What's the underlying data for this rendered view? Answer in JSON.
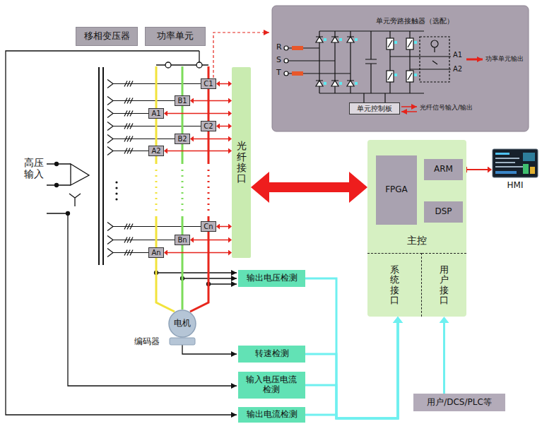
{
  "diagram": {
    "nodes": [
      {
        "text": [
          "移相变压器"
        ]
      },
      {
        "text": [
          "功率单元"
        ]
      },
      {
        "text": [
          "单元控制板"
        ]
      },
      {
        "text": [
          "C1"
        ]
      },
      {
        "text": [
          "B1"
        ]
      },
      {
        "text": [
          "A1"
        ]
      },
      {
        "text": [
          "C2"
        ]
      },
      {
        "text": [
          "B2"
        ]
      },
      {
        "text": [
          "A2"
        ]
      },
      {
        "text": [
          "Cn"
        ]
      },
      {
        "text": [
          "Bn"
        ]
      },
      {
        "text": [
          "An"
        ]
      },
      {
        "text": [
          "光纤接口"
        ]
      },
      {
        "text": [
          "主控"
        ]
      },
      {
        "text": [
          "FPGA"
        ],
        "in": 13
      },
      {
        "text": [
          "ARM"
        ],
        "in": 13
      },
      {
        "text": [
          "DSP"
        ],
        "in": 13
      },
      {
        "text": [
          "系统接口"
        ],
        "in": 13
      },
      {
        "text": [
          "用户接口"
        ],
        "in": 13
      },
      {
        "text": [
          "HMI"
        ]
      },
      {
        "text": [
          "输出电压检测"
        ]
      },
      {
        "text": [
          "电机"
        ]
      },
      {
        "text": [
          "转速检测"
        ]
      },
      {
        "text": [
          "输入电压电流检测"
        ]
      },
      {
        "text": [
          "输出电流检测"
        ]
      },
      {
        "text": [
          "用户/DCS/PLC等"
        ]
      }
    ],
    "edges": [
      {
        "from": 3,
        "to": 12,
        "arrow": "both"
      },
      {
        "from": 4,
        "to": 12,
        "arrow": "both"
      },
      {
        "from": 5,
        "to": 12,
        "arrow": "both"
      },
      {
        "from": 6,
        "to": 12,
        "arrow": "both"
      },
      {
        "from": 7,
        "to": 12,
        "arrow": "both"
      },
      {
        "from": 8,
        "to": 12,
        "arrow": "both"
      },
      {
        "from": 9,
        "to": 12,
        "arrow": "both"
      },
      {
        "from": 10,
        "to": 12,
        "arrow": "both"
      },
      {
        "from": 11,
        "to": 12,
        "arrow": "both"
      },
      {
        "from": 12,
        "to": 13,
        "arrow": "both"
      },
      {
        "from": 14,
        "to": 15,
        "arrow": "both"
      },
      {
        "from": 15,
        "to": 16,
        "arrow": "both"
      },
      {
        "from": 14,
        "to": 16,
        "arrow": "both"
      },
      {
        "from": 15,
        "to": 19,
        "arrow": "both"
      },
      {
        "from": 20,
        "to": 17,
        "arrow": "to"
      },
      {
        "from": 22,
        "to": 17,
        "arrow": "to"
      },
      {
        "from": 23,
        "to": 17,
        "arrow": "to"
      },
      {
        "from": 24,
        "to": 17,
        "arrow": "to"
      },
      {
        "from": 25,
        "to": 18,
        "arrow": "to"
      }
    ],
    "labels": [
      "单元旁路接触器（选配）",
      "R",
      "S",
      "T",
      "A1",
      "A2",
      "功率单元输出",
      "光纤信号输入/输出",
      "高压输入",
      "编码器"
    ]
  }
}
